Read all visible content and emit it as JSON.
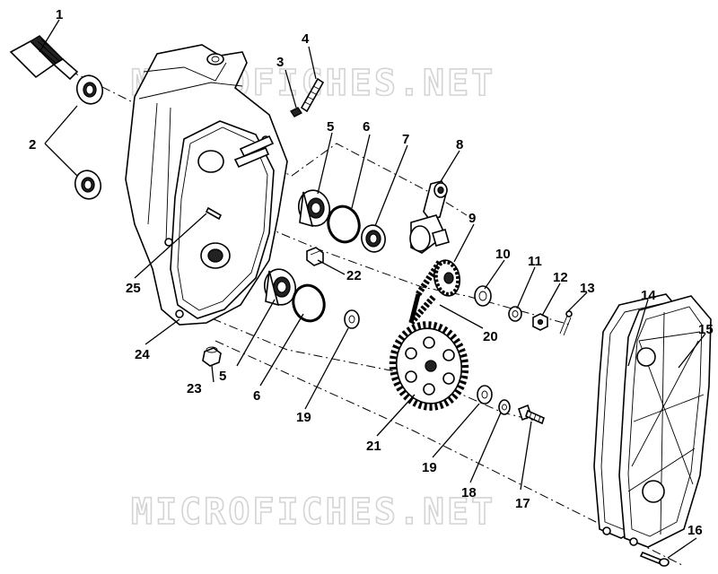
{
  "watermark": {
    "top": "MICROFICHES.NET",
    "bottom": "MICROFICHES.NET"
  },
  "callouts": [
    {
      "id": "1",
      "label": "1"
    },
    {
      "id": "2",
      "label": "2"
    },
    {
      "id": "3",
      "label": "3"
    },
    {
      "id": "4",
      "label": "4"
    },
    {
      "id": "5a",
      "label": "5"
    },
    {
      "id": "5b",
      "label": "5"
    },
    {
      "id": "6a",
      "label": "6"
    },
    {
      "id": "6b",
      "label": "6"
    },
    {
      "id": "7",
      "label": "7"
    },
    {
      "id": "8",
      "label": "8"
    },
    {
      "id": "9",
      "label": "9"
    },
    {
      "id": "10",
      "label": "10"
    },
    {
      "id": "11",
      "label": "11"
    },
    {
      "id": "12",
      "label": "12"
    },
    {
      "id": "13",
      "label": "13"
    },
    {
      "id": "14",
      "label": "14"
    },
    {
      "id": "15",
      "label": "15"
    },
    {
      "id": "16",
      "label": "16"
    },
    {
      "id": "17",
      "label": "17"
    },
    {
      "id": "18",
      "label": "18"
    },
    {
      "id": "19a",
      "label": "19"
    },
    {
      "id": "19b",
      "label": "19"
    },
    {
      "id": "20",
      "label": "20"
    },
    {
      "id": "21",
      "label": "21"
    },
    {
      "id": "22",
      "label": "22"
    },
    {
      "id": "23",
      "label": "23"
    },
    {
      "id": "24",
      "label": "24"
    },
    {
      "id": "25",
      "label": "25"
    }
  ]
}
